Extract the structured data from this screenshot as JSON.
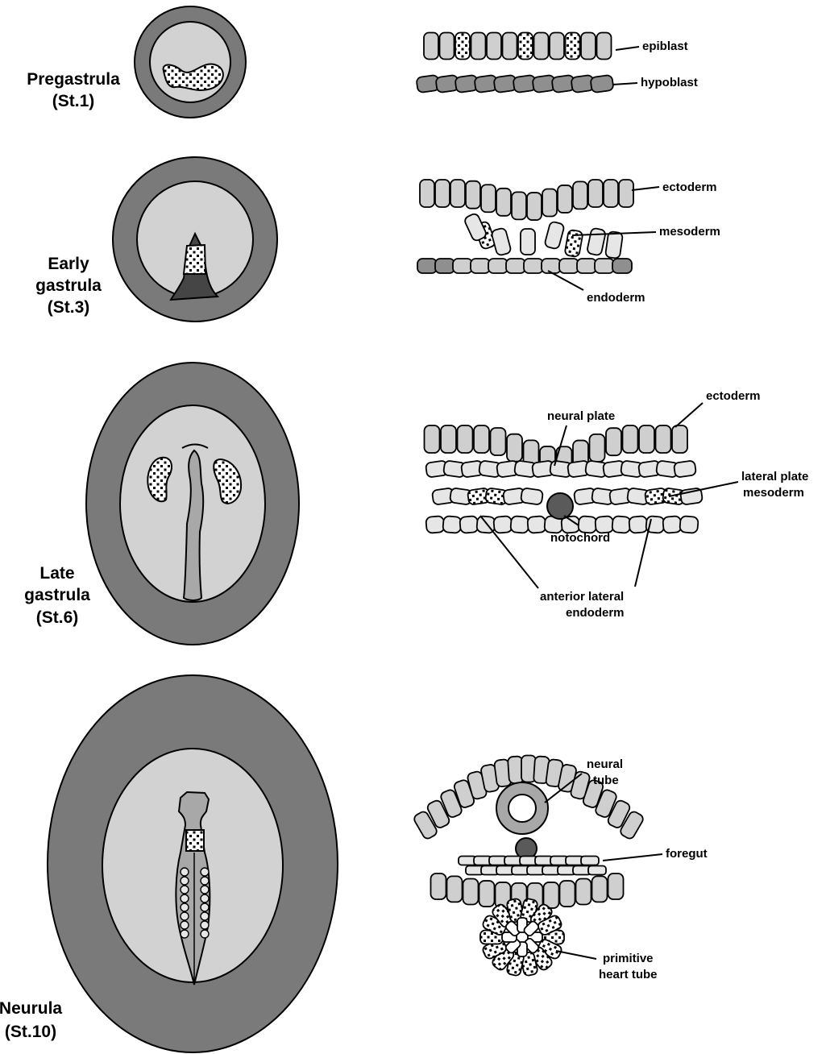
{
  "stages": [
    {
      "line1": "Pregastrula",
      "line2": "(St.1)"
    },
    {
      "line1": "Early",
      "line2": "gastrula",
      "line3": "(St.3)"
    },
    {
      "line1": "Late",
      "line2": "gastrula",
      "line3": "(St.6)"
    },
    {
      "line1": "Neurula",
      "line2": "(St.10)"
    }
  ],
  "labels": {
    "epiblast": "epiblast",
    "hypoblast": "hypoblast",
    "ectoderm": "ectoderm",
    "mesoderm": "mesoderm",
    "endoderm": "endoderm",
    "neural_plate": "neural plate",
    "lateral_plate_1": "lateral plate",
    "lateral_plate_2": "mesoderm",
    "notochord": "notochord",
    "anterior_lateral_1": "anterior lateral",
    "anterior_lateral_2": "endoderm",
    "neural_tube_1": "neural",
    "neural_tube_2": "tube",
    "foregut": "foregut",
    "heart_tube_1": "primitive",
    "heart_tube_2": "heart tube"
  },
  "colors": {
    "area_opaca": "#7a7a7a",
    "area_pellucida": "#d2d2d2",
    "epiblast_cell": "#cfcfcf",
    "hypoblast_cell": "#8f8f8f",
    "mesoderm_cell": "#e6e6e6",
    "notochord": "#5a5a5a",
    "primitive_streak": "#454545",
    "neural_tissue": "#a8a8a8",
    "outline": "#000000"
  }
}
